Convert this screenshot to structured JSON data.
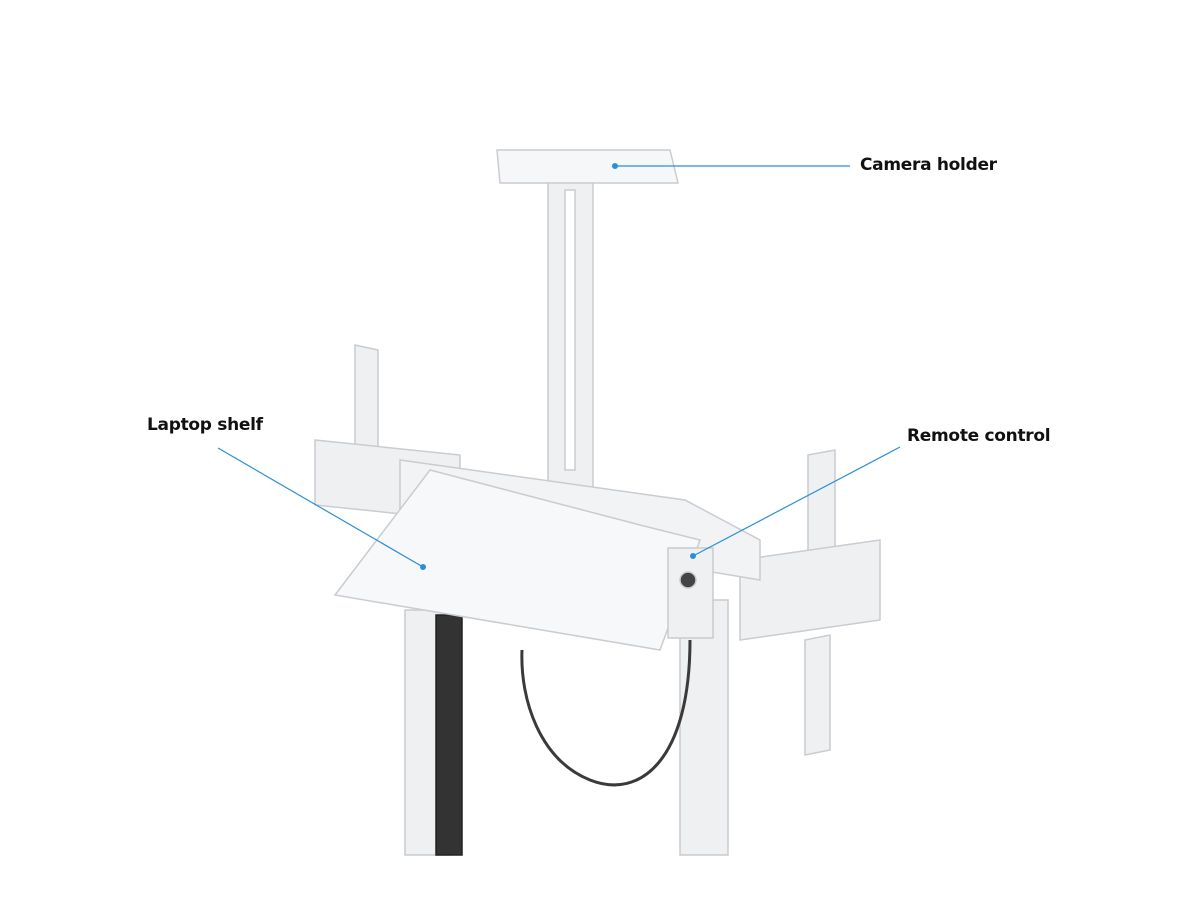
{
  "callouts": {
    "camera_holder": "Camera holder",
    "laptop_shelf": "Laptop shelf",
    "remote_control": "Remote control"
  },
  "colors": {
    "leader_line": "#2b8fd6",
    "product": "#eef0f2",
    "product_edge": "#c9ccd0",
    "cable": "#3a3a3a"
  }
}
